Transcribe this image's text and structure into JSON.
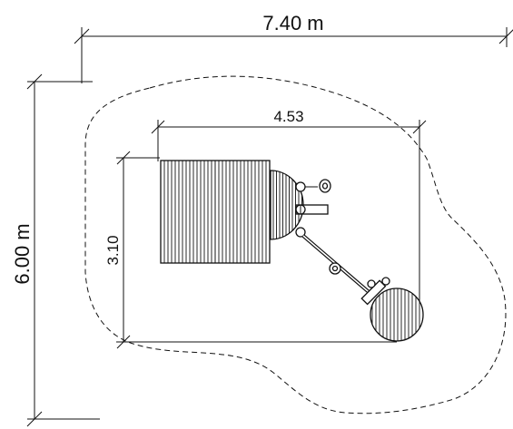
{
  "dimensions": {
    "overall_width_label": "7.40 m",
    "overall_depth_label": "6.00 m",
    "equipment_width_label": "4.53",
    "equipment_depth_label": "3.10"
  }
}
